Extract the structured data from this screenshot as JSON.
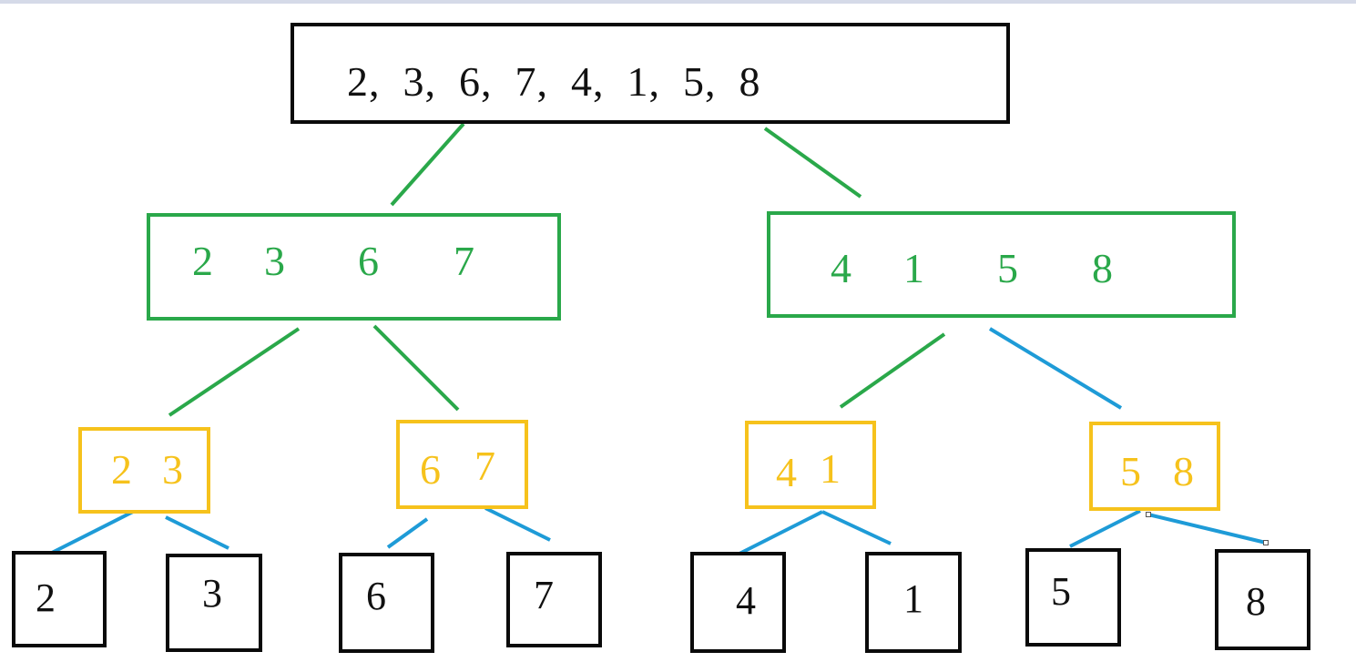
{
  "colors": {
    "black": "#0a0a0a",
    "green": "#2aa84a",
    "yellow": "#f6c21c",
    "blue": "#1e9bd7"
  },
  "root": {
    "text": "2,  3,  6,  7,  4,  1,  5,  8"
  },
  "level1": [
    {
      "values": [
        "2",
        "3",
        "6",
        "7"
      ]
    },
    {
      "values": [
        "4",
        "1",
        "5",
        "8"
      ]
    }
  ],
  "level2": [
    {
      "values": [
        "2",
        "3"
      ]
    },
    {
      "values": [
        "6",
        "7"
      ]
    },
    {
      "values": [
        "4",
        "1"
      ]
    },
    {
      "values": [
        "5",
        "8"
      ]
    }
  ],
  "leaves": [
    {
      "value": "2"
    },
    {
      "value": "3"
    },
    {
      "value": "6"
    },
    {
      "value": "7"
    },
    {
      "value": "4"
    },
    {
      "value": "1"
    },
    {
      "value": "5"
    },
    {
      "value": "8"
    }
  ]
}
